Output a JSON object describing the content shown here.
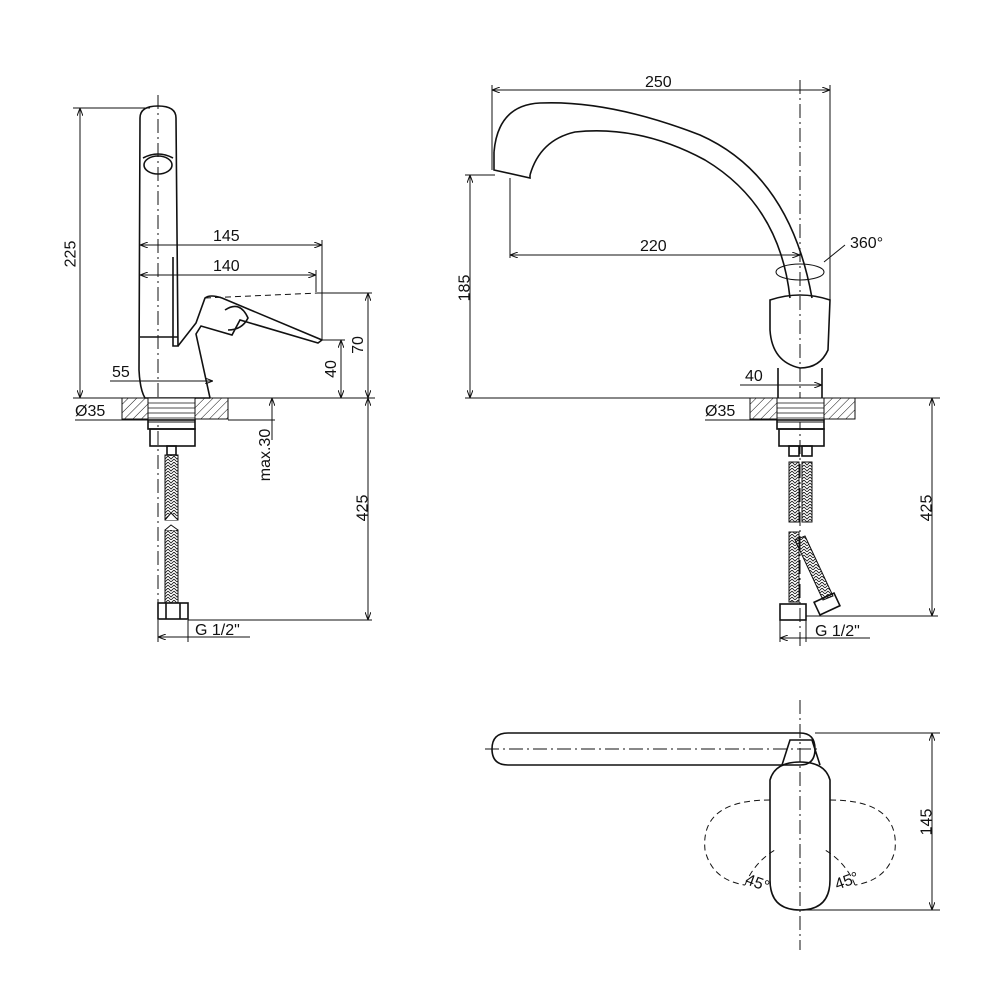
{
  "side_view": {
    "height_total": "225",
    "reach_spout": "145",
    "reach_lever": "140",
    "lever_height_max": "70",
    "lever_height_min": "40",
    "body_width": "55",
    "mount_hole": "Ø35",
    "max_deck_thickness": "max.30",
    "hose_length": "425",
    "connection": "G 1/2\""
  },
  "front_view": {
    "spout_overall": "250",
    "spout_reach": "220",
    "spout_height": "185",
    "rotation": "360°",
    "body_width": "40",
    "mount_hole": "Ø35",
    "hose_length": "425",
    "connection": "G 1/2\""
  },
  "top_view": {
    "depth": "145",
    "lever_angle_left": "45°",
    "lever_angle_right": "45°"
  }
}
